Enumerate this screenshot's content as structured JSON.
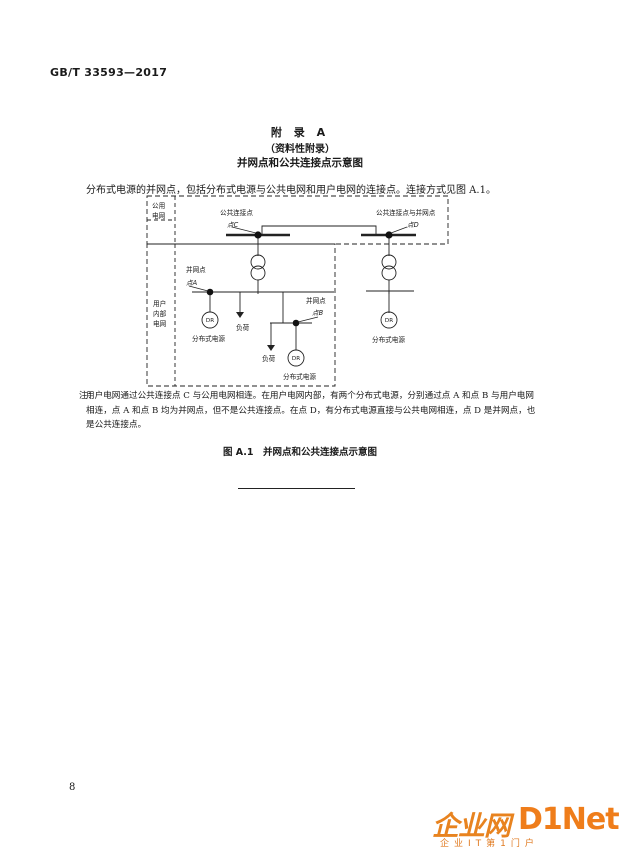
{
  "header": {
    "standard_code": "GB/T 33593—2017"
  },
  "appendix": {
    "title": "附 录 A",
    "note": "（资料性附录）",
    "heading": "并网点和公共连接点示意图"
  },
  "intro": "分布式电源的并网点，包括分布式电源与公共电网和用户电网的连接点。连接方式见图 A.1。",
  "figure": {
    "region_public": [
      "公用",
      "电网"
    ],
    "region_user": [
      "用户",
      "内部",
      "电网"
    ],
    "pcc_c_label": "公共连接点",
    "pcc_c_point": "点C",
    "pcc_d_label": "公共连接点与并网点",
    "pcc_d_point": "点D",
    "poi_a_label": "并网点",
    "poi_a_point": "点A",
    "poi_b_label": "并网点",
    "poi_b_point": "点B",
    "dr_symbol": "DR",
    "load_label": "负荷",
    "dg_label": "分布式电源"
  },
  "note": {
    "tag": "注：",
    "text": "用户电网通过公共连接点 C 与公用电网相连。在用户电网内部，有两个分布式电源，分别通过点 A 和点 B 与用户电网相连，点 A 和点 B 均为并网点，但不是公共连接点。在点 D，有分布式电源直接与公共电网相连，点 D 是并网点，也是公共连接点。"
  },
  "caption": "图 A.1　并网点和公共连接点示意图",
  "page_number": "8",
  "watermark": {
    "logo_cn": "企业网",
    "logo_en": "D1Net",
    "tagline": "企业IT第1门户"
  },
  "colors": {
    "ink": "#1a1a1a",
    "watermark": "#e8831f"
  }
}
